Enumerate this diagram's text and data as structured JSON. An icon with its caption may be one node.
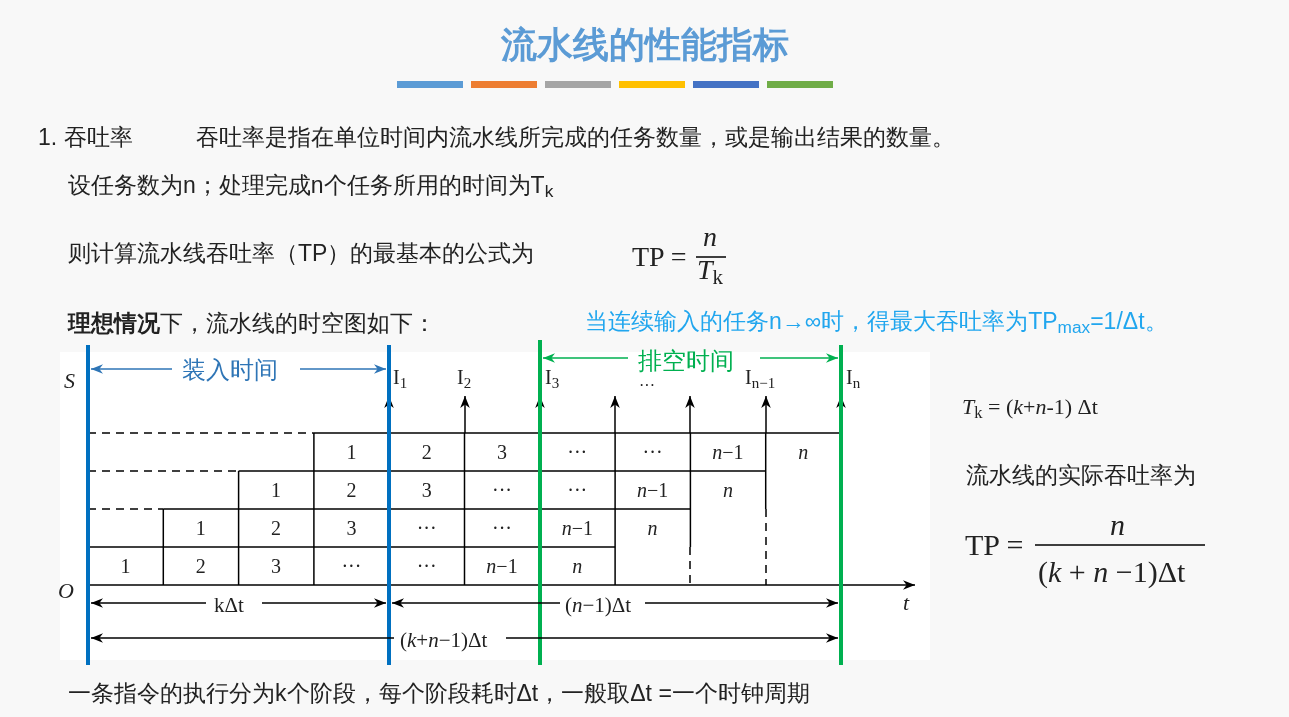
{
  "diagram": {
    "title": "流水线的性能指标",
    "labels": [
      "1. 吞吐率",
      "吞吐率是指在单位时间内流水线所完成的任务数量，或是输出结果的数量。",
      "设任务数为n；处理完成n个任务所用的时间为T$_{k}$",
      "则计算流水线吞吐率（TP）的最基本的公式为",
      "TP =",
      "*n*",
      "*T*$_{k}$",
      "**理想情况**下，流水线的时空图如下：",
      "当连续输入的任务n→∞时，得最大吞吐率为TP$_{max}$=1/Δt。",
      "S",
      "装入时间",
      "I$_{1}$",
      "I$_{2}$",
      "I$_{3}$",
      "···",
      "排空时间",
      "I$_{n−1}$",
      "I$_{n}$",
      "1",
      "2",
      "3",
      "···",
      "···",
      "*n*−1",
      "*n*",
      "1",
      "2",
      "3",
      "···",
      "···",
      "*n*−1",
      "*n*",
      "1",
      "2",
      "3",
      "···",
      "···",
      "*n*−1",
      "*n*",
      "1",
      "2",
      "3",
      "···",
      "···",
      "*n*−1",
      "*n*",
      "O",
      "kΔt",
      "(*n*−1)Δt",
      "t",
      "(*k*+*n*−1)Δt",
      "*T*$_{k}$ = (*k*+*n*-1) Δt",
      "流水线的实际吞吐率为",
      "TP =",
      "*n*",
      "(*k* + *n* −1)Δt",
      "一条指令的执行分为k个阶段，每个阶段耗时Δt，一般取Δt =一个时钟周期"
    ]
  }
}
